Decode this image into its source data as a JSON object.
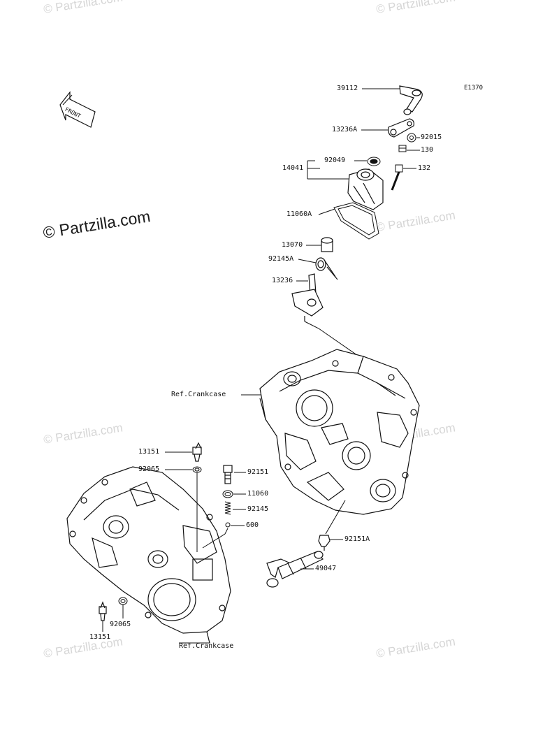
{
  "diagram": {
    "code": "E1370",
    "front_label": "FRONT",
    "watermark": "© Partzilla.com",
    "parts": {
      "p39112": "39112",
      "p13236A": "13236A",
      "p92015": "92015",
      "p130": "130",
      "p14041": "14041",
      "p92049": "92049",
      "p132": "132",
      "p11060A": "11060A",
      "p13070": "13070",
      "p92145A": "92145A",
      "p13236": "13236",
      "ref_crankcase_top": "Ref.Crankcase",
      "p13151_top": "13151",
      "p92065_top": "92065",
      "p92151": "92151",
      "p11060": "11060",
      "p92145": "92145",
      "p600": "600",
      "p92151A": "92151A",
      "p49047": "49047",
      "p92065_bottom": "92065",
      "p13151_bottom": "13151",
      "ref_crankcase_bottom": "Ref.Crankcase"
    }
  }
}
